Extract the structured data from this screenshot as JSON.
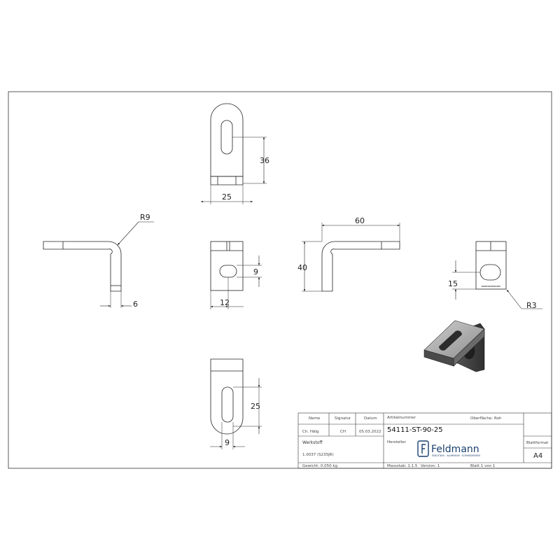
{
  "views": {
    "top": {
      "dim_height": "36",
      "dim_width": "25"
    },
    "left": {
      "dim_radius": "R9",
      "dim_thickness": "6"
    },
    "front": {
      "dim_slot": "9",
      "dim_offset": "12"
    },
    "side": {
      "dim_length": "60",
      "dim_height": "40"
    },
    "right": {
      "dim_hole": "15",
      "dim_radius": "R3"
    },
    "bottom": {
      "dim_slot_length": "25",
      "dim_slot_width": "9"
    }
  },
  "title_block": {
    "col_name": "Name",
    "col_signature": "Signatur",
    "col_date": "Datum",
    "name": "Ch. Hälg",
    "signature": "CH",
    "date": "05.03.2022",
    "article_label": "Artikelnummer",
    "surface_label": "Oberfläche:",
    "surface_value": "Roh",
    "article_number": "54111-ST-90-25",
    "manufacturer_label": "Hersteller",
    "material_label": "Werkstoff",
    "material_value": "1.0037 (S235JR)",
    "logo_text": "Feldmann",
    "logo_subtext": "EDELSTAHL · ALUMINIUM · SCHMIEDEEISEN",
    "format_label": "Blattformat",
    "format_value": "A4",
    "weight": "Gewicht: 0.050 kg",
    "scale": "Massstab: 1:1.5",
    "version": "Version: 1",
    "sheet": "Blatt 1 von 1"
  },
  "colors": {
    "line": "#222222",
    "logo": "#1a3f6e",
    "iso_dark": "#3a3a3a",
    "iso_light": "#b9b9b9"
  }
}
